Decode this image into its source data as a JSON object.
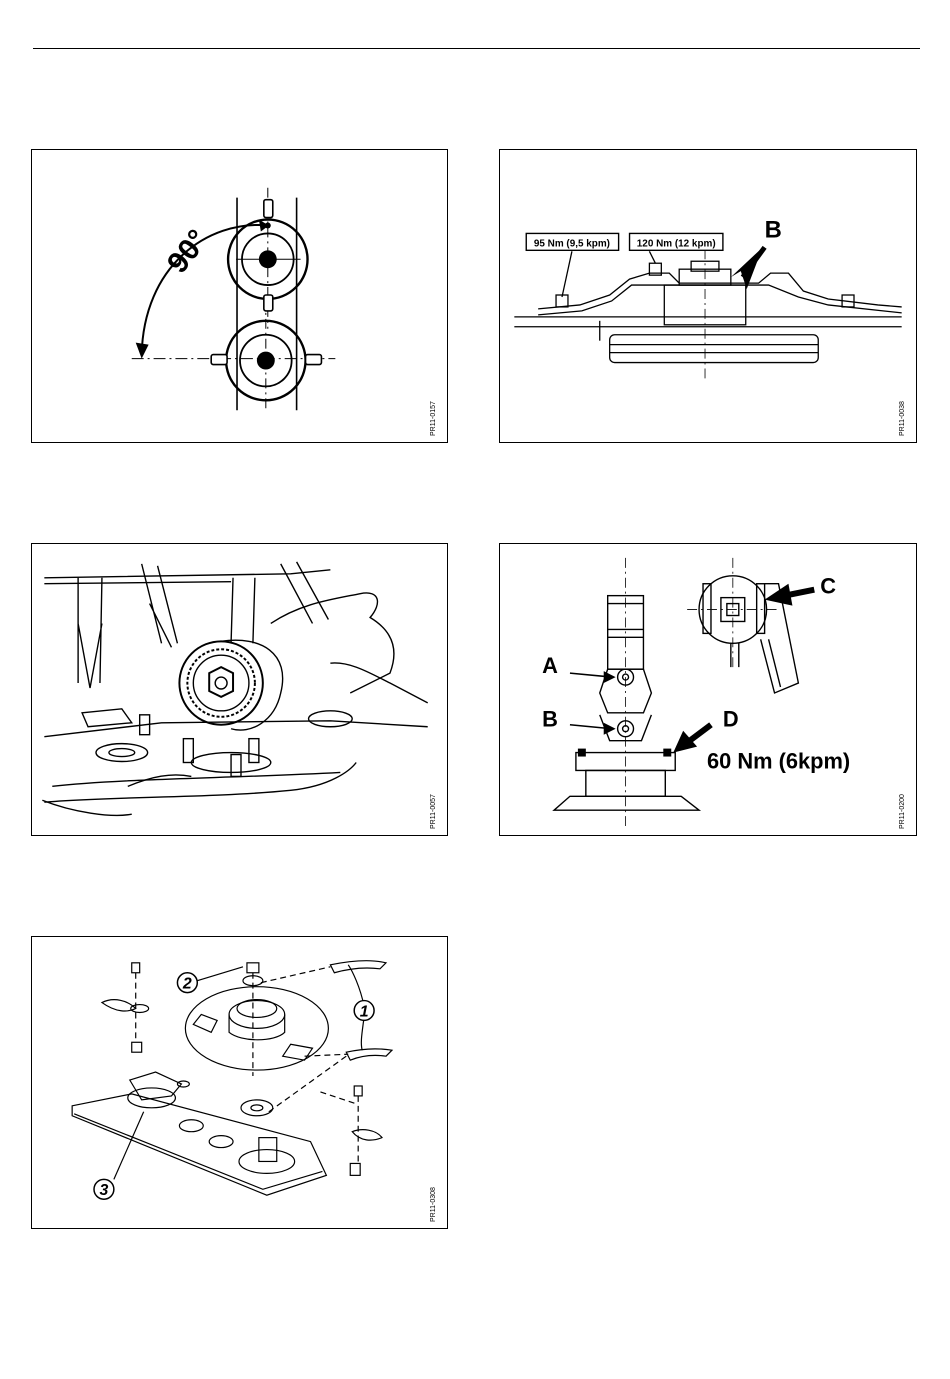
{
  "figures": [
    {
      "id": "fig1",
      "code": "PR11-0157",
      "labels": {
        "angle": "90°"
      }
    },
    {
      "id": "fig2",
      "code": "PR11-0038",
      "labels": {
        "torque_left": "95 Nm (9,5 kpm)",
        "torque_right": "120 Nm (12 kpm)",
        "letter_b": "B"
      }
    },
    {
      "id": "fig3",
      "code": "PR11-0057",
      "labels": {}
    },
    {
      "id": "fig4",
      "code": "PR11-0200",
      "labels": {
        "letter_a": "A",
        "letter_b": "B",
        "letter_c": "C",
        "letter_d": "D",
        "torque": "60 Nm (6kpm)"
      }
    },
    {
      "id": "fig5",
      "code": "PR11-0308",
      "labels": {
        "callout_1": "1",
        "callout_2": "2",
        "callout_3": "3"
      }
    }
  ]
}
